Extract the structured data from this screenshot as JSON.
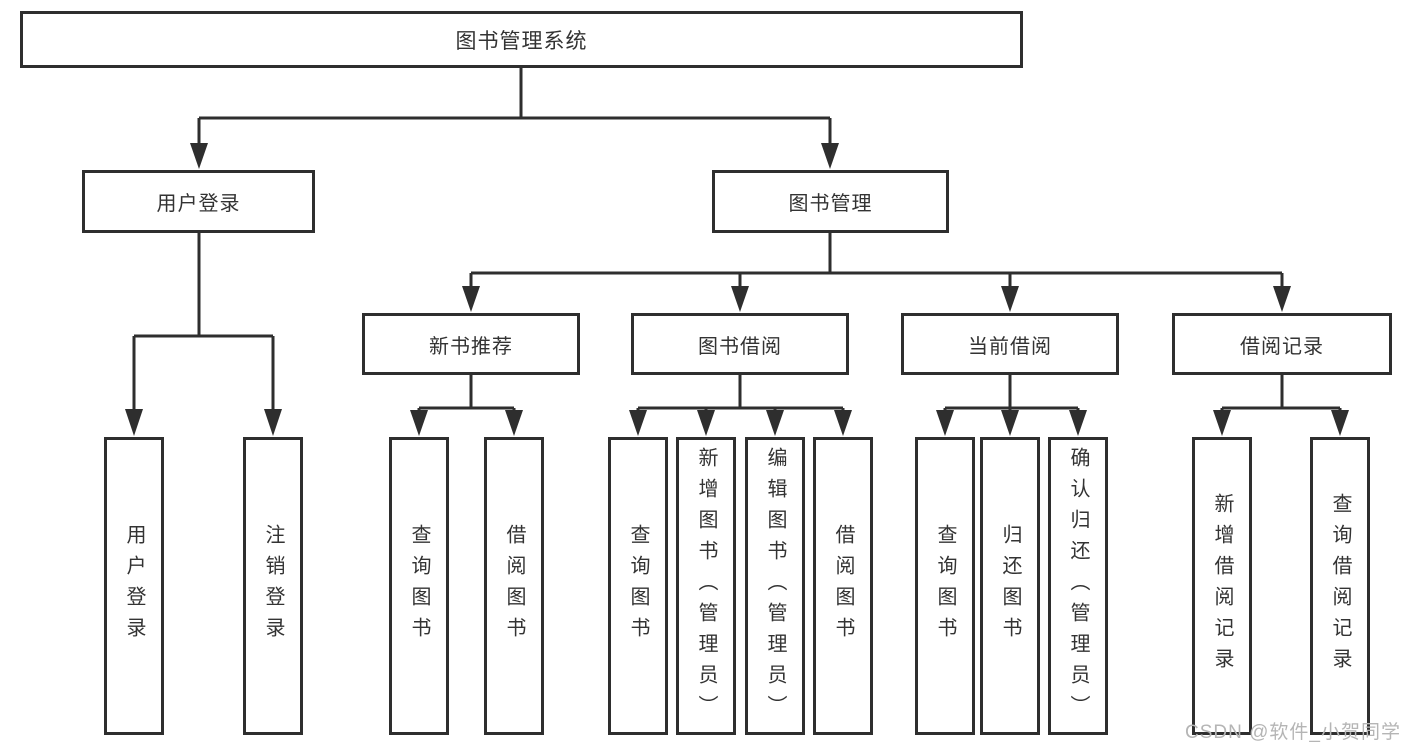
{
  "colors": {
    "line": "#2e2e2e",
    "text": "#333333",
    "box_bg": "#ffffff",
    "background": "#ffffff",
    "watermark": "#b5b5b5"
  },
  "diagram": {
    "title": "图书管理系统",
    "level2": [
      {
        "label": "用户登录"
      },
      {
        "label": "图书管理"
      }
    ],
    "level3": [
      {
        "label": "新书推荐",
        "parent": "图书管理"
      },
      {
        "label": "图书借阅",
        "parent": "图书管理"
      },
      {
        "label": "当前借阅",
        "parent": "图书管理"
      },
      {
        "label": "借阅记录",
        "parent": "图书管理"
      }
    ],
    "leaves": [
      {
        "label": "用户登录",
        "parent": "用户登录"
      },
      {
        "label": "注销登录",
        "parent": "用户登录"
      },
      {
        "label": "查询图书",
        "parent": "新书推荐"
      },
      {
        "label": "借阅图书",
        "parent": "新书推荐"
      },
      {
        "label": "查询图书",
        "parent": "图书借阅"
      },
      {
        "label": "新增图书（管理员）",
        "parent": "图书借阅"
      },
      {
        "label": "编辑图书（管理员）",
        "parent": "图书借阅"
      },
      {
        "label": "借阅图书",
        "parent": "图书借阅"
      },
      {
        "label": "查询图书",
        "parent": "当前借阅"
      },
      {
        "label": "归还图书",
        "parent": "当前借阅"
      },
      {
        "label": "确认归还（管理员）",
        "parent": "当前借阅"
      },
      {
        "label": "新增借阅记录",
        "parent": "借阅记录"
      },
      {
        "label": "查询借阅记录",
        "parent": "借阅记录"
      }
    ]
  },
  "watermark": {
    "text": "CSDN @软件_小贺同学"
  }
}
